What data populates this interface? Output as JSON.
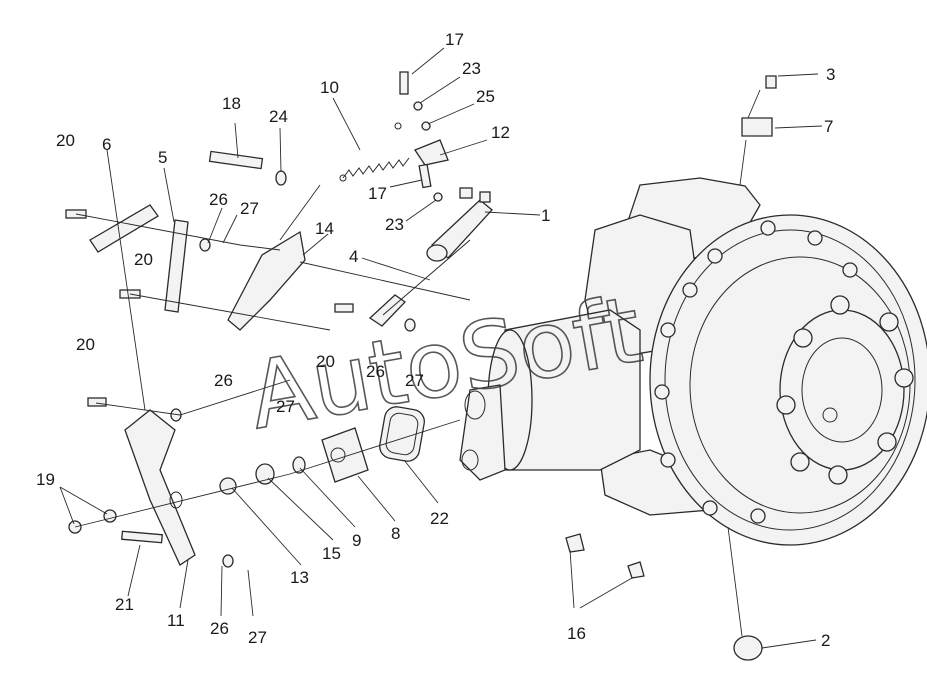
{
  "watermark": "AutoSoft",
  "labels": {
    "l1": "1",
    "l2": "2",
    "l3": "3",
    "l4": "4",
    "l5": "5",
    "l6": "6",
    "l7": "7",
    "l8": "8",
    "l9": "9",
    "l10": "10",
    "l11": "11",
    "l12": "12",
    "l13": "13",
    "l14": "14",
    "l15": "15",
    "l16": "16",
    "l17a": "17",
    "l17b": "17",
    "l18": "18",
    "l19": "19",
    "l20a": "20",
    "l20b": "20",
    "l20c": "20",
    "l20d": "20",
    "l21": "21",
    "l22": "22",
    "l23a": "23",
    "l23b": "23",
    "l24": "24",
    "l25": "25",
    "l26a": "26",
    "l26b": "26",
    "l26c": "26",
    "l26d": "26",
    "l27a": "27",
    "l27b": "27",
    "l27c": "27",
    "l27d": "27"
  }
}
